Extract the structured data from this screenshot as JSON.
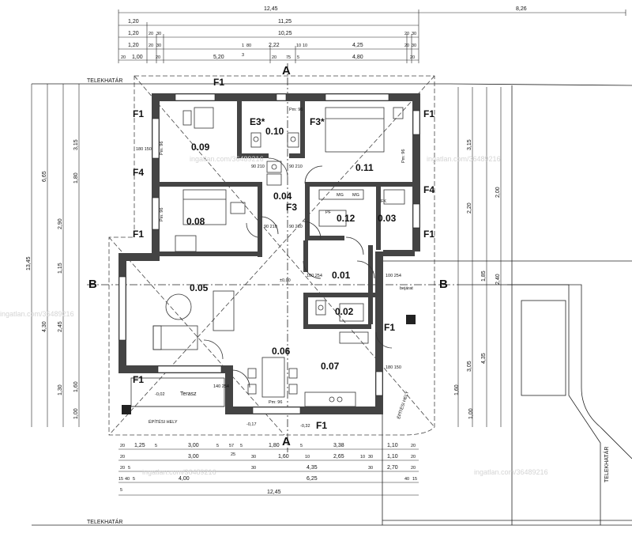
{
  "dimensions": {
    "top_row1": [
      "12,45",
      "8,26"
    ],
    "top_row2": [
      "1,20",
      "11,25"
    ],
    "top_row3": [
      "1,20",
      "20",
      "30",
      "10,25",
      "20",
      "30"
    ],
    "top_row4": [
      "1,20",
      "20",
      "30",
      "1",
      "80",
      "2,22",
      "10",
      "10",
      "4,25",
      "20",
      "30"
    ],
    "top_row5": [
      "20",
      "1,00",
      "20",
      "5,20",
      "20",
      "3",
      "75",
      "5",
      "4,80",
      "20"
    ],
    "bottom_row1": [
      "20",
      "1,25",
      "5",
      "3,00",
      "5",
      "57",
      "5",
      "1,80",
      "5",
      "3,38",
      "1,10",
      "20"
    ],
    "bottom_row2": [
      "20",
      "25",
      "3,00",
      "30",
      "1,60",
      "10",
      "2,65",
      "10",
      "30",
      "1,10",
      "20"
    ],
    "bottom_row3": [
      "20",
      "5",
      "30",
      "4,35",
      "30",
      "2,70",
      "20"
    ],
    "bottom_row4": [
      "15",
      "40",
      "5",
      "4,00",
      "6,25",
      "40",
      "15"
    ],
    "bottom_row5": [
      "5",
      "12,45"
    ],
    "left_total": "13,45",
    "left_values": [
      "6,65",
      "4,30",
      "2,90",
      "1,30",
      "1,15",
      "2,45",
      "1,60",
      "3,15",
      "1,80",
      "1,00"
    ],
    "right_values": [
      "3,15",
      "2,20",
      "2,00",
      "1,85",
      "2,40",
      "4,35",
      "3,05",
      "1,60",
      "1,00"
    ]
  },
  "rooms": [
    {
      "id": "0.09"
    },
    {
      "id": "0.10"
    },
    {
      "id": "0.11"
    },
    {
      "id": "0.08"
    },
    {
      "id": "0.04"
    },
    {
      "id": "0.12"
    },
    {
      "id": "0.03"
    },
    {
      "id": "0.05"
    },
    {
      "id": "0.01"
    },
    {
      "id": "0.02"
    },
    {
      "id": "0.06"
    },
    {
      "id": "0.07"
    }
  ],
  "codes": {
    "f1": "F1",
    "f3": "F3",
    "f3s": "F3*",
    "e3s": "E3*",
    "f4": "F4",
    "a": "A",
    "b": "B"
  },
  "labels": {
    "telekhatar": "TELEKHATÁR",
    "epitesi_hely": "ÉPÍTÉSI HELY",
    "terasz": "Terasz",
    "bejarat": "bejárat",
    "ref_pm96": "Pm: 96",
    "ref_90_210": "90\n210",
    "ref_100_254": "100\n254",
    "ref_140_254": "140\n254",
    "ref_180_150": "180\n150",
    "level_000": "±0,00",
    "level_002": "-0,02",
    "level_017": "-0,17",
    "level_032": "-0,32",
    "mg": "MG",
    "fk": "FK",
    "pf": "PF"
  },
  "watermark": "ingatlan.com/36489216"
}
